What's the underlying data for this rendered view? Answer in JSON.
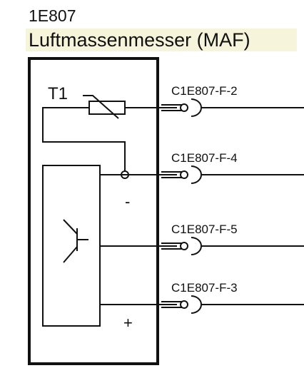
{
  "component": {
    "id": "1E807",
    "title": "Luftmassenmesser (MAF)"
  },
  "internal": {
    "thermistor_ref": "T1",
    "minus_sign": "-",
    "plus_sign": "+"
  },
  "pins": [
    {
      "label": "C1E807-F-2"
    },
    {
      "label": "C1E807-F-4"
    },
    {
      "label": "C1E807-F-5"
    },
    {
      "label": "C1E807-F-3"
    }
  ],
  "colors": {
    "line": "#111111",
    "title_bg": "#f6f5dc"
  }
}
